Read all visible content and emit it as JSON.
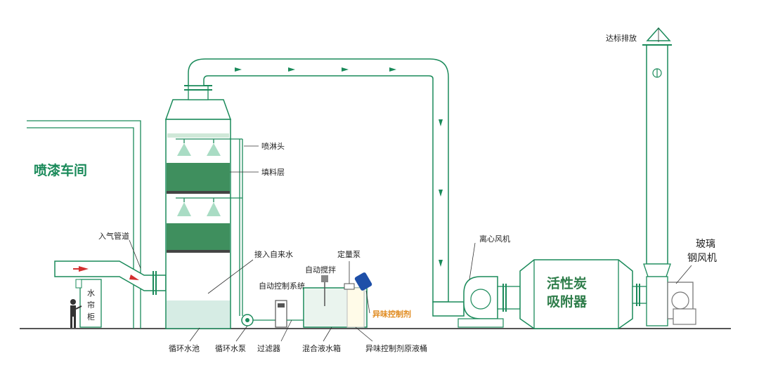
{
  "labels": {
    "workshop": "喷漆车间",
    "inlet_duct": "入气管道",
    "water_curtain": [
      "水",
      "帘",
      "柜"
    ],
    "spray_head": "喷淋头",
    "packing_layer": "填料层",
    "tap_water": "接入自来水",
    "auto_control": "自动控制系统",
    "auto_stir": "自动搅拌",
    "dosing_pump": "定量泵",
    "odor_agent": "异味控制剂",
    "circ_pool": "循环水池",
    "circ_pump": "循环水泵",
    "filter": "过滤器",
    "mix_tank": "混合液水箱",
    "agent_barrel": "异味控制剂原液桶",
    "centrifugal_fan": "离心风机",
    "activated_carbon": [
      "活性炭",
      "吸附器"
    ],
    "frp_fan": [
      "玻璃",
      "钢风机"
    ],
    "emission": "达标排放"
  },
  "colors": {
    "green": "#1a8a5a",
    "dark_green": "#2e7d4a",
    "packing": "#3f8f5e",
    "orange": "#e08a1e",
    "arrow_red": "#d32f2f",
    "barrel_blue": "#1e4fa8"
  }
}
